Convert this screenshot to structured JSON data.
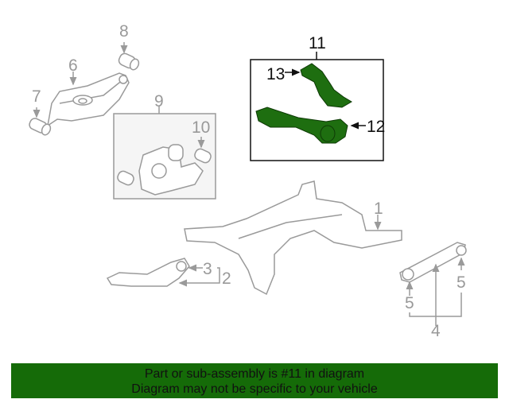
{
  "diagram": {
    "highlight_color": "#1e6e10",
    "line_color": "#9a9a9a",
    "box_fill": "#f5f5f5",
    "callouts": [
      {
        "id": "1",
        "label": "1"
      },
      {
        "id": "2",
        "label": "2"
      },
      {
        "id": "3",
        "label": "3"
      },
      {
        "id": "4",
        "label": "4"
      },
      {
        "id": "5a",
        "label": "5"
      },
      {
        "id": "5b",
        "label": "5"
      },
      {
        "id": "6",
        "label": "6"
      },
      {
        "id": "7",
        "label": "7"
      },
      {
        "id": "8",
        "label": "8"
      },
      {
        "id": "9",
        "label": "9"
      },
      {
        "id": "10",
        "label": "10"
      },
      {
        "id": "11",
        "label": "11"
      },
      {
        "id": "12",
        "label": "12"
      },
      {
        "id": "13",
        "label": "13"
      }
    ]
  },
  "banner": {
    "line1": "Part or sub-assembly is #11 in diagram",
    "line2": "Diagram may not be specific to your vehicle",
    "background": "#156b08"
  }
}
